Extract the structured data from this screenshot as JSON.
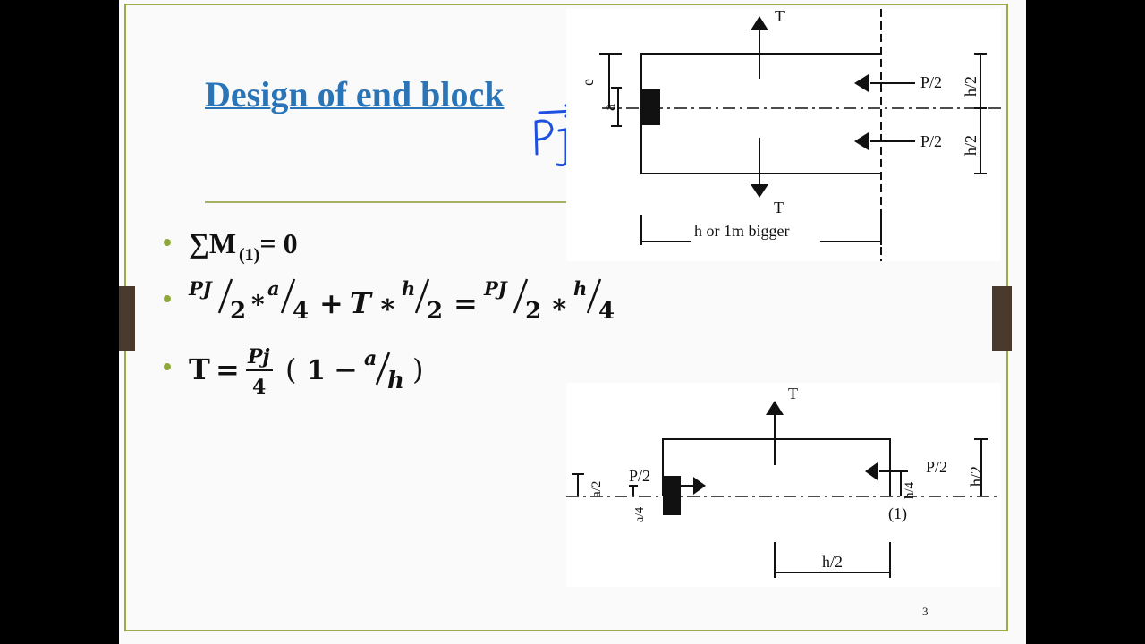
{
  "slide": {
    "title": "Design of end block",
    "page_number": "3",
    "accent_color": "#2a74b8",
    "bullet_color": "#8ea83c",
    "handwritten_note": "PJ"
  },
  "equations": {
    "eq1": {
      "sum": "∑M",
      "subscript": "(1)",
      "rhs": "= 0"
    },
    "eq2": {
      "t1_num": "PJ",
      "t1_den": "2",
      "star1": "*",
      "t2_num": "a",
      "t2_den": "4",
      "plus": "+",
      "T": "T",
      "star2": "∗",
      "t3_num": "h",
      "t3_den": "2",
      "equals": "=",
      "t4_num": "PJ",
      "t4_den": "2",
      "star3": "∗",
      "t5_num": "h",
      "t5_den": "4"
    },
    "eq3": {
      "T": "T",
      "equals": "=",
      "frac_num": "Pj",
      "frac_den": "4",
      "open": "(",
      "one": "1",
      "minus": "−",
      "a": "a",
      "h": "h",
      "close": ")"
    }
  },
  "figure1": {
    "T_top": "T",
    "T_bottom": "T",
    "load_top": "P/2",
    "load_bottom": "P/2",
    "dim_e": "e",
    "dim_a": "a",
    "dim_h2_top": "h/2",
    "dim_h2_bottom": "h/2",
    "length_label": "h or 1m  bigger"
  },
  "figure2": {
    "T": "T",
    "load_left": "P/2",
    "load_right": "P/2",
    "dim_a2": "a/2",
    "dim_a4": "a/4",
    "dim_h4": "h/4",
    "dim_h2_side": "h/2",
    "section": "(1)",
    "length_label": "h/2"
  }
}
